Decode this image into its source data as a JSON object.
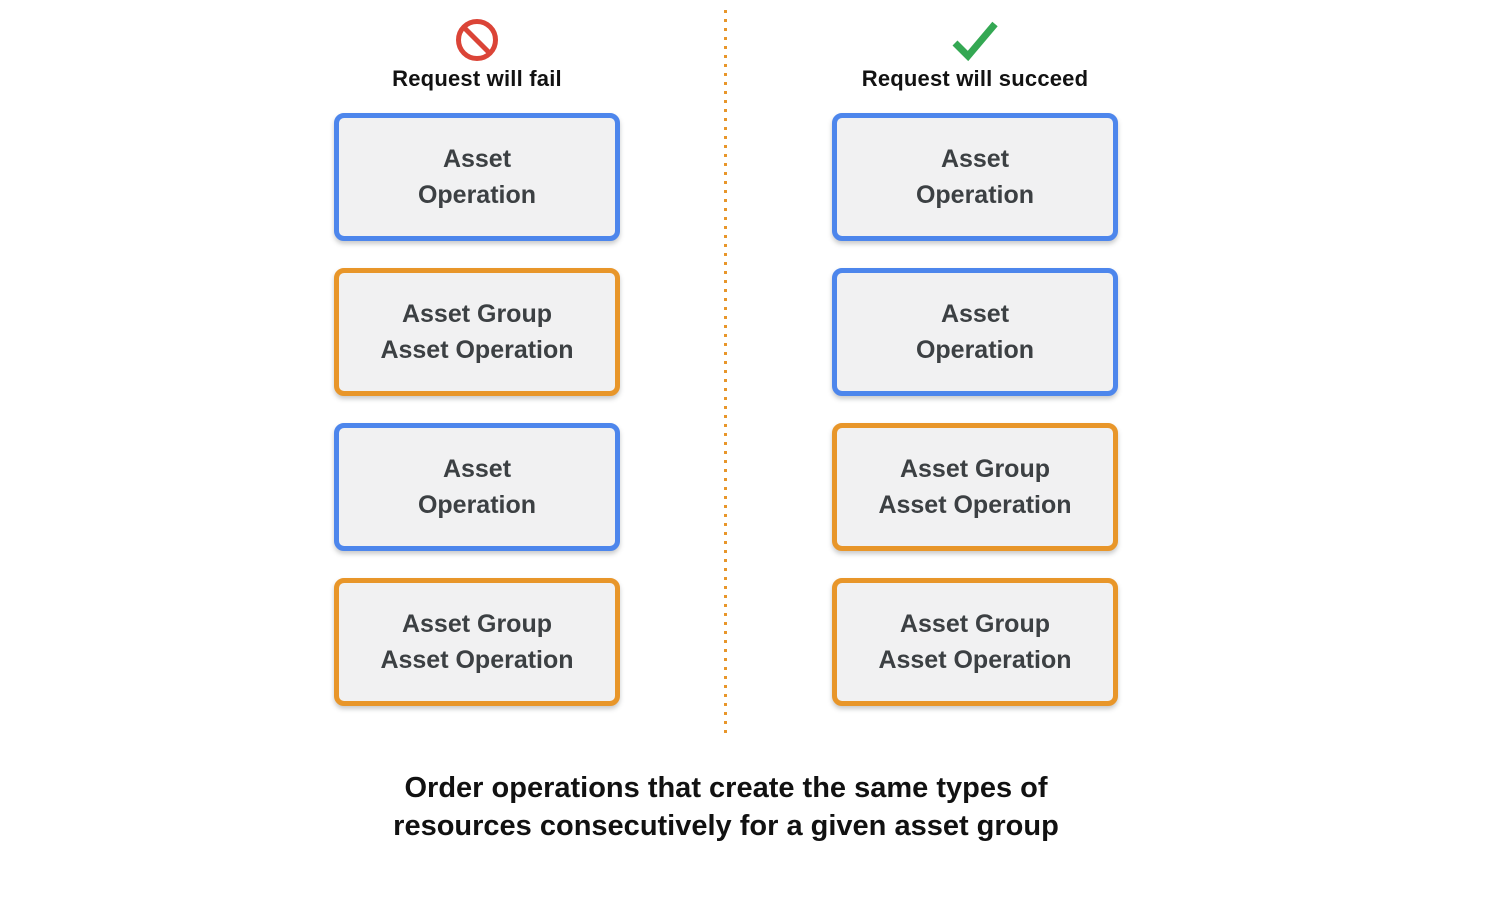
{
  "columns": [
    {
      "id": "fail",
      "icon": "prohibition-icon",
      "icon_color": "#DB4437",
      "header": "Request will fail",
      "boxes": [
        {
          "label": "Asset\nOperation",
          "type": "asset-operation",
          "border_color": "#4D86EC"
        },
        {
          "label": "Asset Group\nAsset Operation",
          "type": "asset-group-asset-operation",
          "border_color": "#E8962A"
        },
        {
          "label": "Asset\nOperation",
          "type": "asset-operation",
          "border_color": "#4D86EC"
        },
        {
          "label": "Asset Group\nAsset Operation",
          "type": "asset-group-asset-operation",
          "border_color": "#E8962A"
        }
      ]
    },
    {
      "id": "succeed",
      "icon": "checkmark-icon",
      "icon_color": "#34A853",
      "header": "Request will succeed",
      "boxes": [
        {
          "label": "Asset\nOperation",
          "type": "asset-operation",
          "border_color": "#4D86EC"
        },
        {
          "label": "Asset\nOperation",
          "type": "asset-operation",
          "border_color": "#4D86EC"
        },
        {
          "label": "Asset Group\nAsset Operation",
          "type": "asset-group-asset-operation",
          "border_color": "#E8962A"
        },
        {
          "label": "Asset Group\nAsset Operation",
          "type": "asset-group-asset-operation",
          "border_color": "#E8962A"
        }
      ]
    }
  ],
  "divider": {
    "style": "dotted",
    "color": "#E8962A"
  },
  "caption": "Order operations that create the same types of\nresources consecutively for a given asset group",
  "colors": {
    "background": "#FFFFFF",
    "box_fill": "#F1F1F2",
    "box_text": "#3C4043",
    "blue_border": "#4D86EC",
    "orange_border": "#E8962A",
    "fail_red": "#DB4437",
    "success_green": "#34A853"
  }
}
